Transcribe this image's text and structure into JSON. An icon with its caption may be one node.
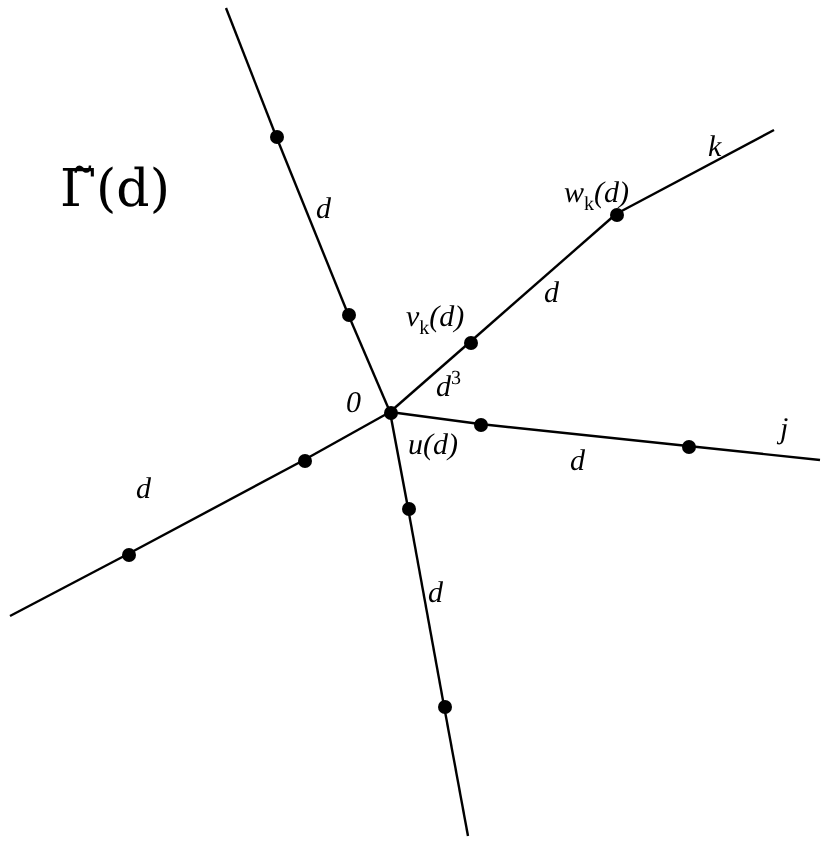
{
  "diagram": {
    "title": "Γ̃(d)",
    "nodes": [
      {
        "text": [],
        "shape": "circle"
      },
      {
        "text": [],
        "shape": "circle",
        "beside": [
          "w$_{k}$(d)"
        ]
      },
      {
        "text": [],
        "shape": "circle"
      },
      {
        "text": [],
        "shape": "circle",
        "beside": [
          "v$_{k}$(d)"
        ]
      },
      {
        "text": [],
        "shape": "circle",
        "beside": [
          "0"
        ]
      },
      {
        "text": [],
        "shape": "circle",
        "beside": [
          "u(d)"
        ]
      },
      {
        "text": [],
        "shape": "circle"
      },
      {
        "text": [],
        "shape": "circle"
      },
      {
        "text": [],
        "shape": "circle"
      },
      {
        "text": [],
        "shape": "circle"
      },
      {
        "text": [],
        "shape": "circle"
      }
    ],
    "edges": [
      {
        "from": 4,
        "to": 2,
        "arrow": "none"
      },
      {
        "from": 2,
        "to": 0,
        "arrow": "none",
        "label": "d"
      },
      {
        "from": 0,
        "to": null,
        "arrow": "none"
      },
      {
        "from": 4,
        "to": 3,
        "arrow": "none",
        "label": "d$^{3}$"
      },
      {
        "from": 3,
        "to": 1,
        "arrow": "none",
        "label": "d"
      },
      {
        "from": 1,
        "to": null,
        "arrow": "none"
      },
      {
        "from": 4,
        "to": 5,
        "arrow": "none"
      },
      {
        "from": 5,
        "to": 6,
        "arrow": "none",
        "label": "d"
      },
      {
        "from": 6,
        "to": null,
        "arrow": "none"
      },
      {
        "from": 4,
        "to": 7,
        "arrow": "none"
      },
      {
        "from": 7,
        "to": 9,
        "arrow": "none",
        "label": "d"
      },
      {
        "from": 9,
        "to": null,
        "arrow": "none"
      },
      {
        "from": 4,
        "to": 8,
        "arrow": "none"
      },
      {
        "from": 8,
        "to": 10,
        "arrow": "none",
        "label": "d"
      },
      {
        "from": 10,
        "to": null,
        "arrow": "none"
      }
    ],
    "labels": [
      "k",
      "j"
    ]
  }
}
